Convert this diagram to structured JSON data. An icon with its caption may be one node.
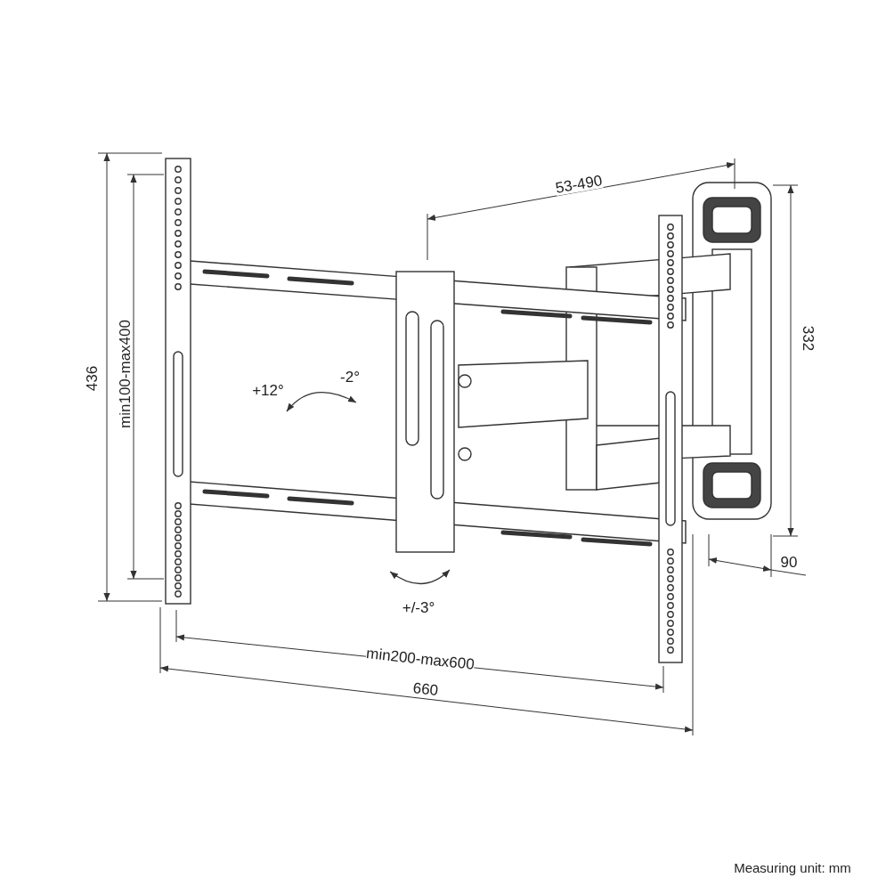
{
  "diagram": {
    "labels": [
      "53-490",
      "436",
      "min100-max400",
      "332",
      "+12°",
      "-2°",
      "90",
      "+/-3°",
      "min200-max600",
      "660",
      "Measuring unit: mm"
    ]
  }
}
